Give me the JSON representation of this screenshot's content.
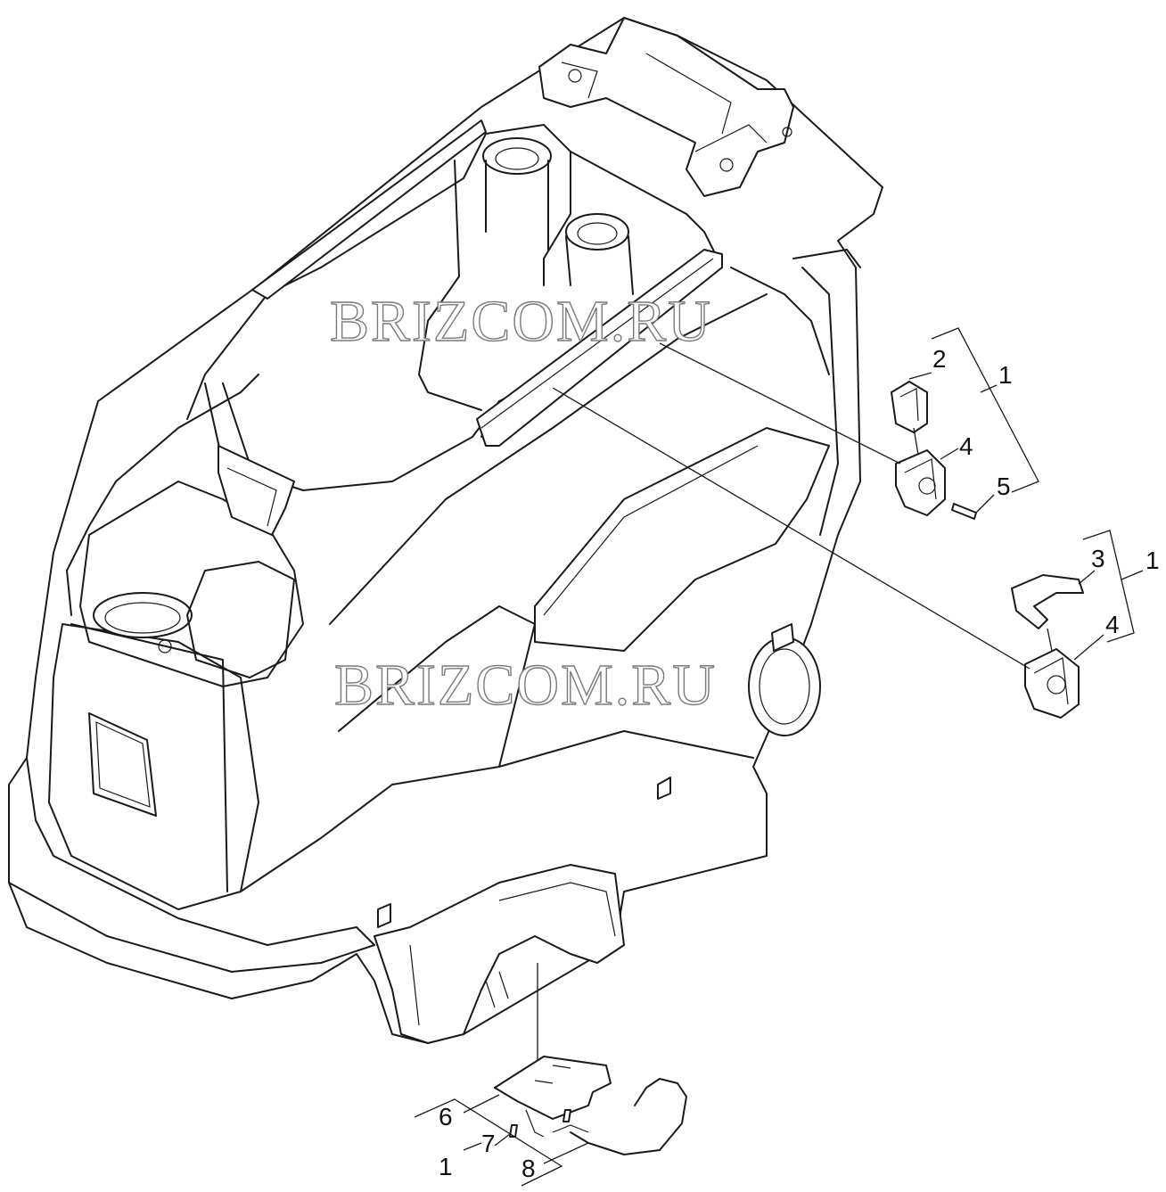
{
  "watermark": {
    "text": "BRIZCOM.RU"
  },
  "callouts": {
    "assembly_upper": "1",
    "clip_cover_2": "2",
    "clip_body_4_upper": "4",
    "screw_5": "5",
    "assembly_middle": "1",
    "clip_ring_3": "3",
    "clip_body_4_lower": "4",
    "assembly_lower": "1",
    "plate_6": "6",
    "screw_7": "7",
    "wire_spring_8": "8"
  }
}
